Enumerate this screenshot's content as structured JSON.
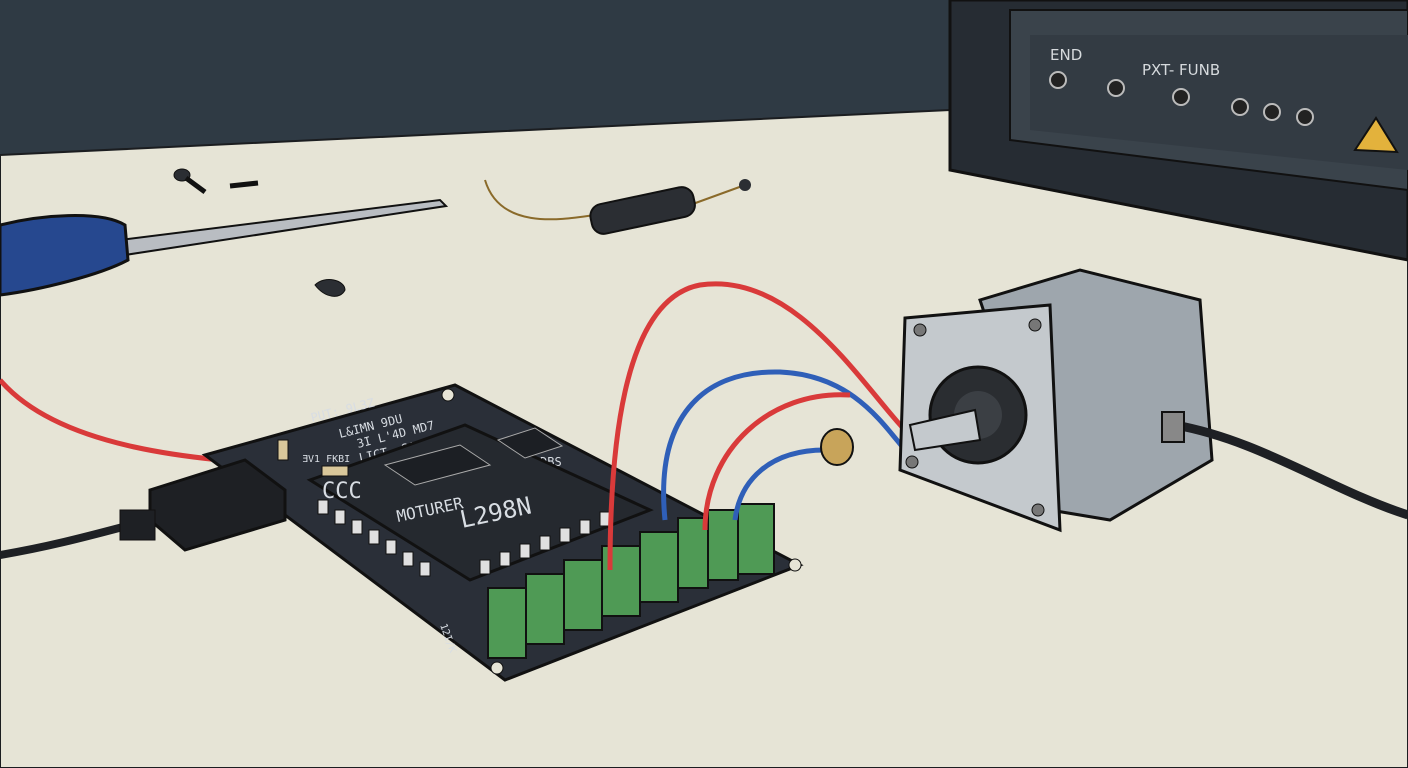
{
  "scene": {
    "colors": {
      "wall": "#2f3a44",
      "table": "#e6e4d6",
      "pcb": "#2a2f38",
      "terminal": "#4f9a55",
      "wire_red": "#d93a3a",
      "wire_blue": "#2f5fb8",
      "motor_body": "#9ea6ad",
      "screwdriver_handle": "#26488f"
    },
    "icons": [
      "screwdriver-icon",
      "screw-icon",
      "resistor-icon",
      "stepper-motor-icon",
      "warning-triangle-icon",
      "usb-plug-icon"
    ]
  },
  "device_panel": {
    "label_left": "END",
    "label_center": "PXT- FUNB"
  },
  "board": {
    "chip_brand": "MOTURER",
    "chip_model": "L298N",
    "logo": "CCC",
    "small_chip_label": "DBS",
    "silkscreen": [
      "PUT: 9L3Z",
      "L&IMN 9DU",
      "3I L'4D MD7",
      "LICT- SANTS P/R"
    ],
    "side_silk": "ƎV1 FKBI",
    "bottom_silk": "12I/K"
  }
}
